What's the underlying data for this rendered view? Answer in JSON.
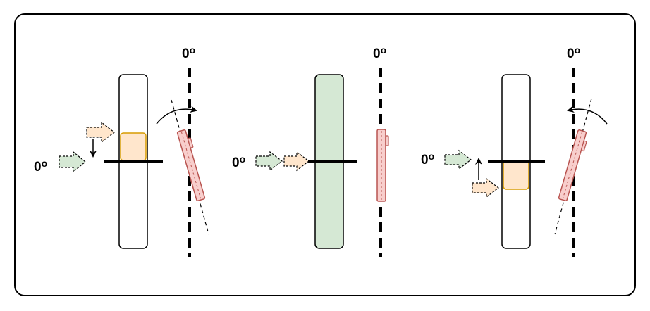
{
  "colors": {
    "green_fill": "#d5e8d4",
    "green_stroke": "#82b366",
    "orange_fill": "#ffe6cc",
    "orange_stroke": "#d79b00",
    "red_fill": "#f8cecc",
    "red_stroke": "#b85450",
    "line": "#000000",
    "frame_fill": "#ffffff"
  },
  "panels": [
    {
      "input_angle_label": "0",
      "reference_angle_label": "0",
      "wafer_filled": false,
      "patch": "upper",
      "rotation_direction": "clockwise",
      "shift_direction": "down"
    },
    {
      "input_angle_label": "0",
      "reference_angle_label": "0",
      "wafer_filled": true,
      "patch": "none",
      "rotation_direction": "none",
      "shift_direction": "none"
    },
    {
      "input_angle_label": "0",
      "reference_angle_label": "0",
      "wafer_filled": false,
      "patch": "lower",
      "rotation_direction": "counterclockwise",
      "shift_direction": "up"
    }
  ]
}
